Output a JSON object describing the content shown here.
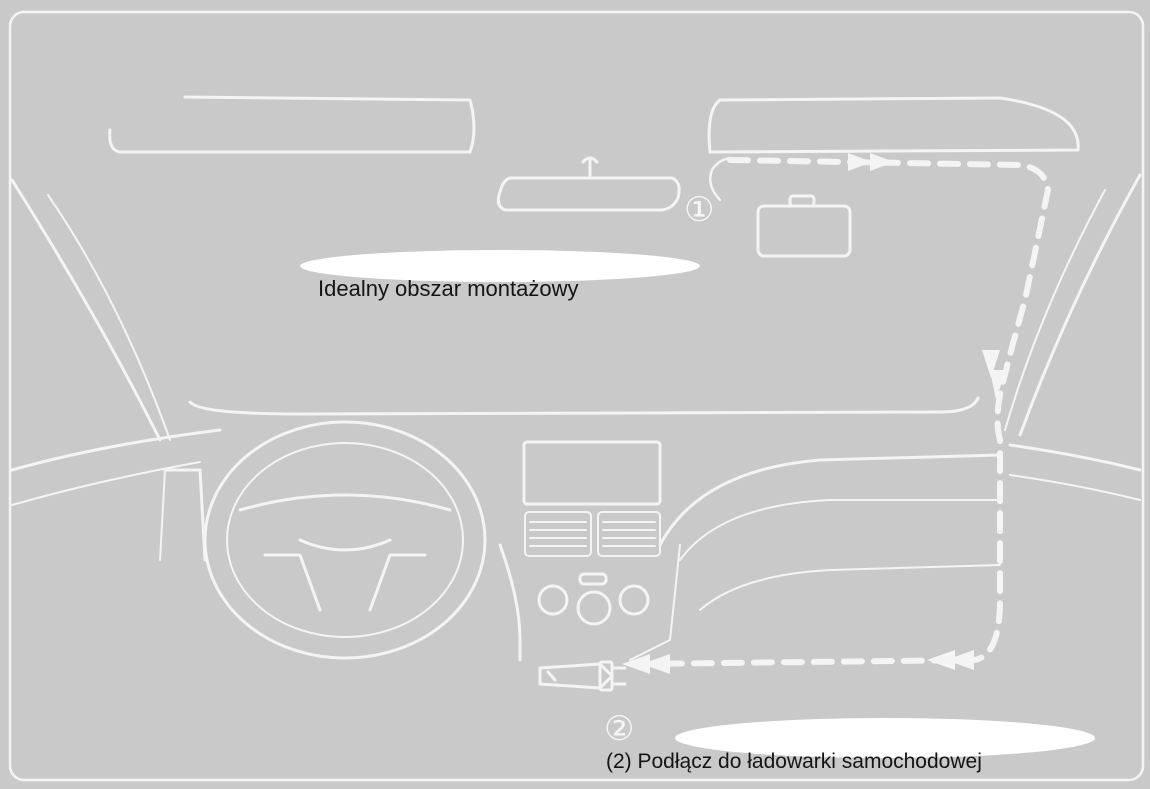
{
  "diagram": {
    "mount_area_label": "Idealny obszar montażowy",
    "charger_step_label": "(2) Podłącz do ładowarki samochodowej",
    "step1_marker": "①",
    "step2_marker": "②",
    "colors": {
      "background": "#c9c9c9",
      "line": "#f4f4f4",
      "text": "#141414",
      "highlight": "#ffffff"
    },
    "icons": [
      "dashcam-icon",
      "rearview-mirror-icon",
      "steering-wheel-icon",
      "car-charger-icon",
      "cable-route-arrow-icon"
    ]
  }
}
